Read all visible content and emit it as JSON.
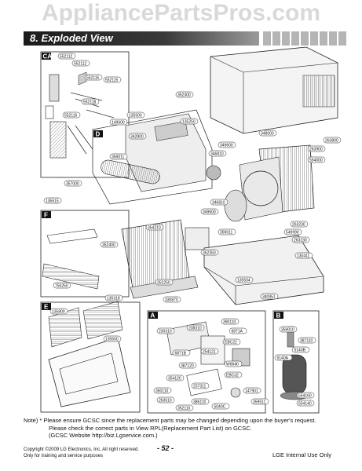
{
  "watermark": "AppliancePartsPros.com",
  "section_title": "8. Exploded View",
  "box_tags": {
    "ca": "CA",
    "d": "D",
    "f": "F",
    "e": "E",
    "a": "A",
    "b": "B"
  },
  "labels": [
    {
      "id": "552112a",
      "text": "552112"
    },
    {
      "id": "552112b",
      "text": "552112"
    },
    {
      "id": "552115a",
      "text": "552115"
    },
    {
      "id": "552115b",
      "text": "552115"
    },
    {
      "id": "552118",
      "text": "552118"
    },
    {
      "id": "552116",
      "text": "552116"
    },
    {
      "id": "352300",
      "text": "352300"
    },
    {
      "id": "135500",
      "text": "135500"
    },
    {
      "id": "149600",
      "text": "149600"
    },
    {
      "id": "342800",
      "text": "342800"
    },
    {
      "id": "135250",
      "text": "135250"
    },
    {
      "id": "346810",
      "text": "346810"
    },
    {
      "id": "349600",
      "text": "349600"
    },
    {
      "id": "359011",
      "text": "359011"
    },
    {
      "id": "348000",
      "text": "348000"
    },
    {
      "id": "263800",
      "text": "263800"
    },
    {
      "id": "263900",
      "text": "263900"
    },
    {
      "id": "554000",
      "text": "554000"
    },
    {
      "id": "357000",
      "text": "357000"
    },
    {
      "id": "135515",
      "text": "135515"
    },
    {
      "id": "346810b",
      "text": "346810"
    },
    {
      "id": "349600b",
      "text": "349600"
    },
    {
      "id": "354210",
      "text": "354210"
    },
    {
      "id": "359011b",
      "text": "359011"
    },
    {
      "id": "549990",
      "text": "549990"
    },
    {
      "id": "263230",
      "text": "263230"
    },
    {
      "id": "263230b",
      "text": "263230"
    },
    {
      "id": "352400",
      "text": "352400"
    },
    {
      "id": "352350",
      "text": "352350"
    },
    {
      "id": "130411",
      "text": "130411"
    },
    {
      "id": "750250",
      "text": "750250"
    },
    {
      "id": "352250",
      "text": "352250"
    },
    {
      "id": "135504",
      "text": "135504"
    },
    {
      "id": "135318",
      "text": "135318"
    },
    {
      "id": "340951",
      "text": "340951"
    },
    {
      "id": "330870",
      "text": "330870"
    },
    {
      "id": "135800",
      "text": "135800"
    },
    {
      "id": "135500b",
      "text": "135500"
    },
    {
      "id": "238310",
      "text": "238310"
    },
    {
      "id": "230310",
      "text": "230310"
    },
    {
      "id": "390110",
      "text": "390110"
    },
    {
      "id": "6871a",
      "text": "6871A"
    },
    {
      "id": "ebc22",
      "text": "EBC22"
    },
    {
      "id": "6871b",
      "text": "6871B"
    },
    {
      "id": "w6640",
      "text": "W6640"
    },
    {
      "id": "ebc32",
      "text": "EBC32"
    },
    {
      "id": "387120",
      "text": "387120"
    },
    {
      "id": "354120",
      "text": "354120"
    },
    {
      "id": "350110",
      "text": "350110"
    },
    {
      "id": "386110",
      "text": "386110"
    },
    {
      "id": "352110",
      "text": "352110"
    },
    {
      "id": "5040c",
      "text": "5040C"
    },
    {
      "id": "147901",
      "text": "147901"
    },
    {
      "id": "554160",
      "text": "554160"
    },
    {
      "id": "554140",
      "text": "554140"
    },
    {
      "id": "387110",
      "text": "387110"
    },
    {
      "id": "359010",
      "text": "359010"
    },
    {
      "id": "5140b",
      "text": "5140B"
    },
    {
      "id": "5140a",
      "text": "5140A"
    },
    {
      "id": "254121",
      "text": "254121"
    },
    {
      "id": "237311",
      "text": "237311"
    },
    {
      "id": "263510",
      "text": "263510"
    },
    {
      "id": "359511",
      "text": "359511"
    }
  ],
  "note": {
    "line1": "Note) * Please ensure GCSC since the replacement parts may be changed depending upon the buyer's request.",
    "line2": "Please check  the correct parts in View RPL(Replacement Part List) on GCSC.",
    "line3": "(GCSC Website  http://biz.Lgservice.com.)"
  },
  "footer": {
    "copyright": "Copyright ©2009 LG Electronics, Inc. All right reserved.",
    "training": "Only for training and service purposes",
    "page": "- 52 -",
    "internal": "LGE Internal Use Only"
  }
}
